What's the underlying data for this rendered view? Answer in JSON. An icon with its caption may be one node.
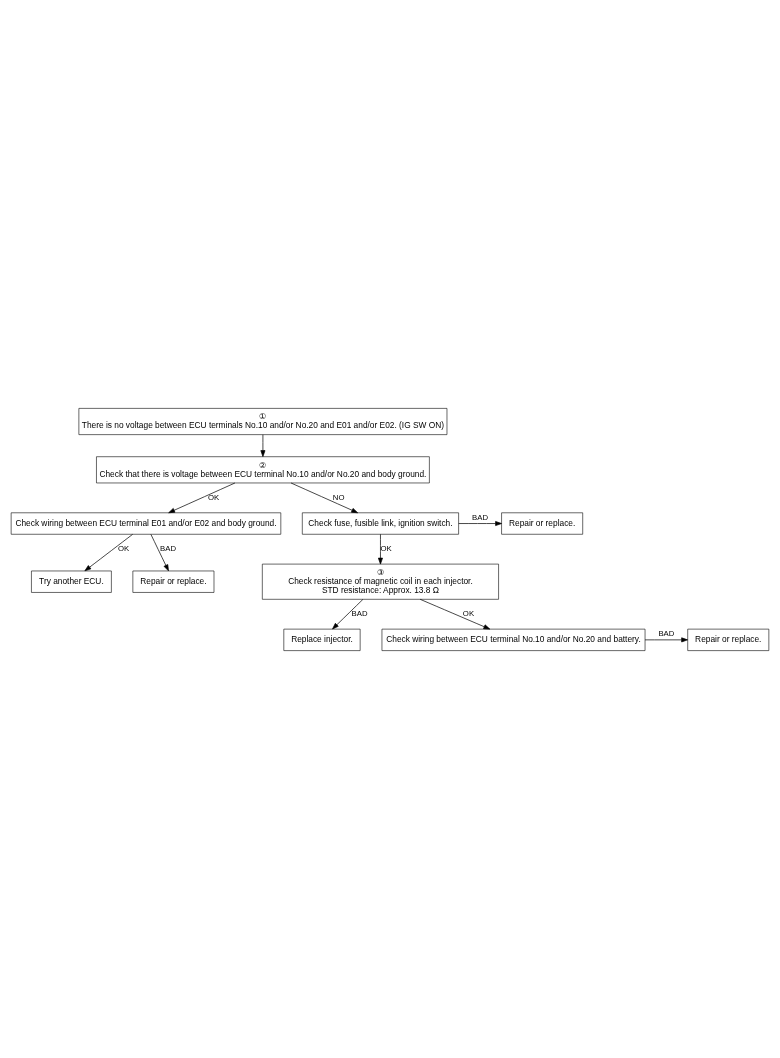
{
  "diagram": {
    "nodes": [
      {
        "text": [
          "①",
          "There is no voltage between ECU terminals No.10 and/or No.20 and E01 and/or E02. (IG SW ON)"
        ]
      },
      {
        "text": [
          "②",
          "Check that there is voltage between ECU terminal No.10 and/or No.20 and body ground."
        ]
      },
      {
        "text": [
          "Check wiring between ECU terminal E01 and/or E02 and body ground."
        ]
      },
      {
        "text": [
          "Try another ECU."
        ]
      },
      {
        "text": [
          "Repair or replace."
        ]
      },
      {
        "text": [
          "Check fuse, fusible link, ignition switch."
        ]
      },
      {
        "text": [
          "Repair or replace."
        ]
      },
      {
        "text": [
          "③",
          "Check resistance of magnetic coil in each injector.",
          "STD resistance: Approx. 13.8 Ω"
        ]
      },
      {
        "text": [
          "Replace injector."
        ]
      },
      {
        "text": [
          "Check wiring between ECU terminal No.10 and/or No.20 and battery."
        ]
      },
      {
        "text": [
          "Repair or replace."
        ]
      }
    ],
    "edges": [
      {
        "from": 0,
        "to": 1,
        "arrow": "to"
      },
      {
        "from": 1,
        "to": 5,
        "arrow": "to",
        "label": "NO"
      },
      {
        "from": 1,
        "to": 2,
        "arrow": "to",
        "label": "OK"
      },
      {
        "from": 2,
        "to": 3,
        "arrow": "to",
        "label": "OK"
      },
      {
        "from": 2,
        "to": 4,
        "arrow": "to",
        "label": "BAD"
      },
      {
        "from": 5,
        "to": 6,
        "arrow": "to",
        "label": "BAD"
      },
      {
        "from": 5,
        "to": 7,
        "arrow": "to",
        "label": "OK"
      },
      {
        "from": 7,
        "to": 9,
        "arrow": "to",
        "label": "OK"
      },
      {
        "from": 7,
        "to": 8,
        "arrow": "to",
        "label": "BAD"
      },
      {
        "from": 9,
        "to": 10,
        "arrow": "to",
        "label": "BAD"
      }
    ]
  }
}
